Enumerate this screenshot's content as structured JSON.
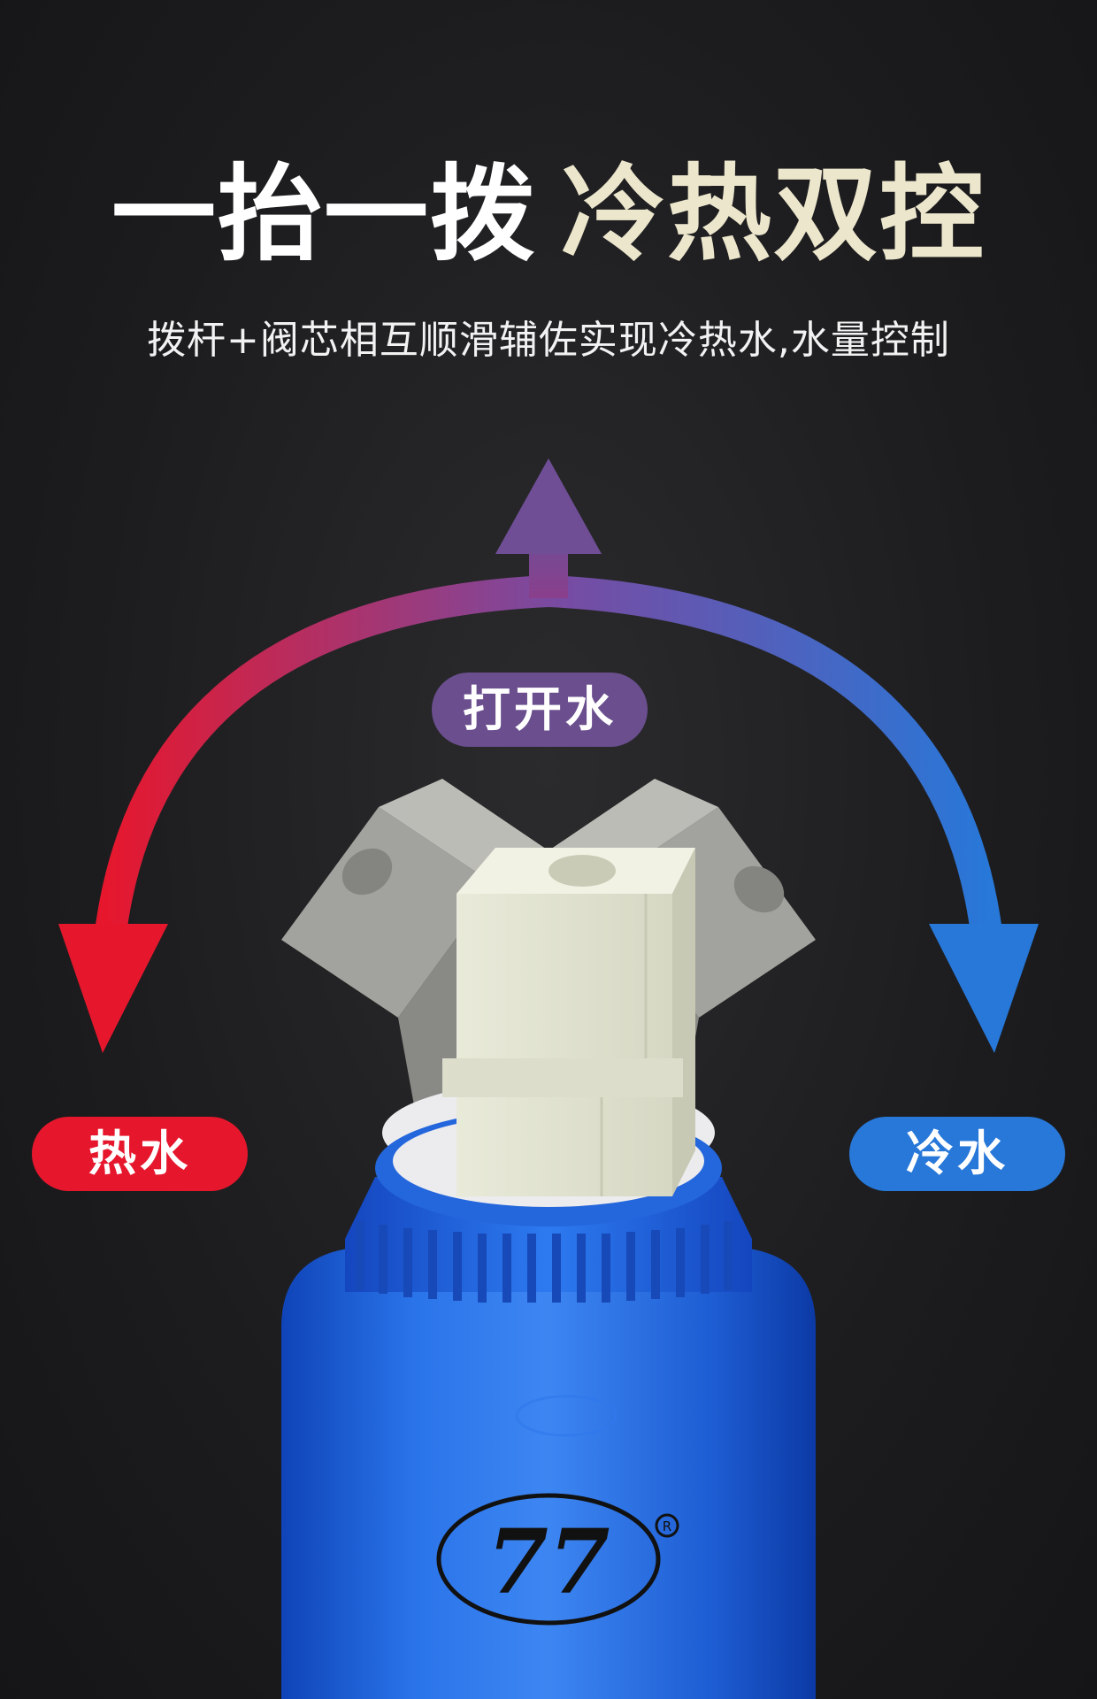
{
  "headline": {
    "part1": "一抬一拨",
    "part2": "冷热双控"
  },
  "subline": "拨杆+阀芯相互顺滑辅佐实现冷热水,水量控制",
  "labels": {
    "open": "打开水",
    "hot": "热水",
    "cold": "冷水"
  },
  "colors": {
    "hot": "#e6172d",
    "cold": "#2778d9",
    "open": "#6a4e8e",
    "cartridge": "#1f63d6",
    "lever": "#e4e5d4",
    "title_accent": "#ece6cc"
  },
  "icons": {
    "arrow": "curved-arrow-icon",
    "logo": "qq-brand-logo"
  }
}
